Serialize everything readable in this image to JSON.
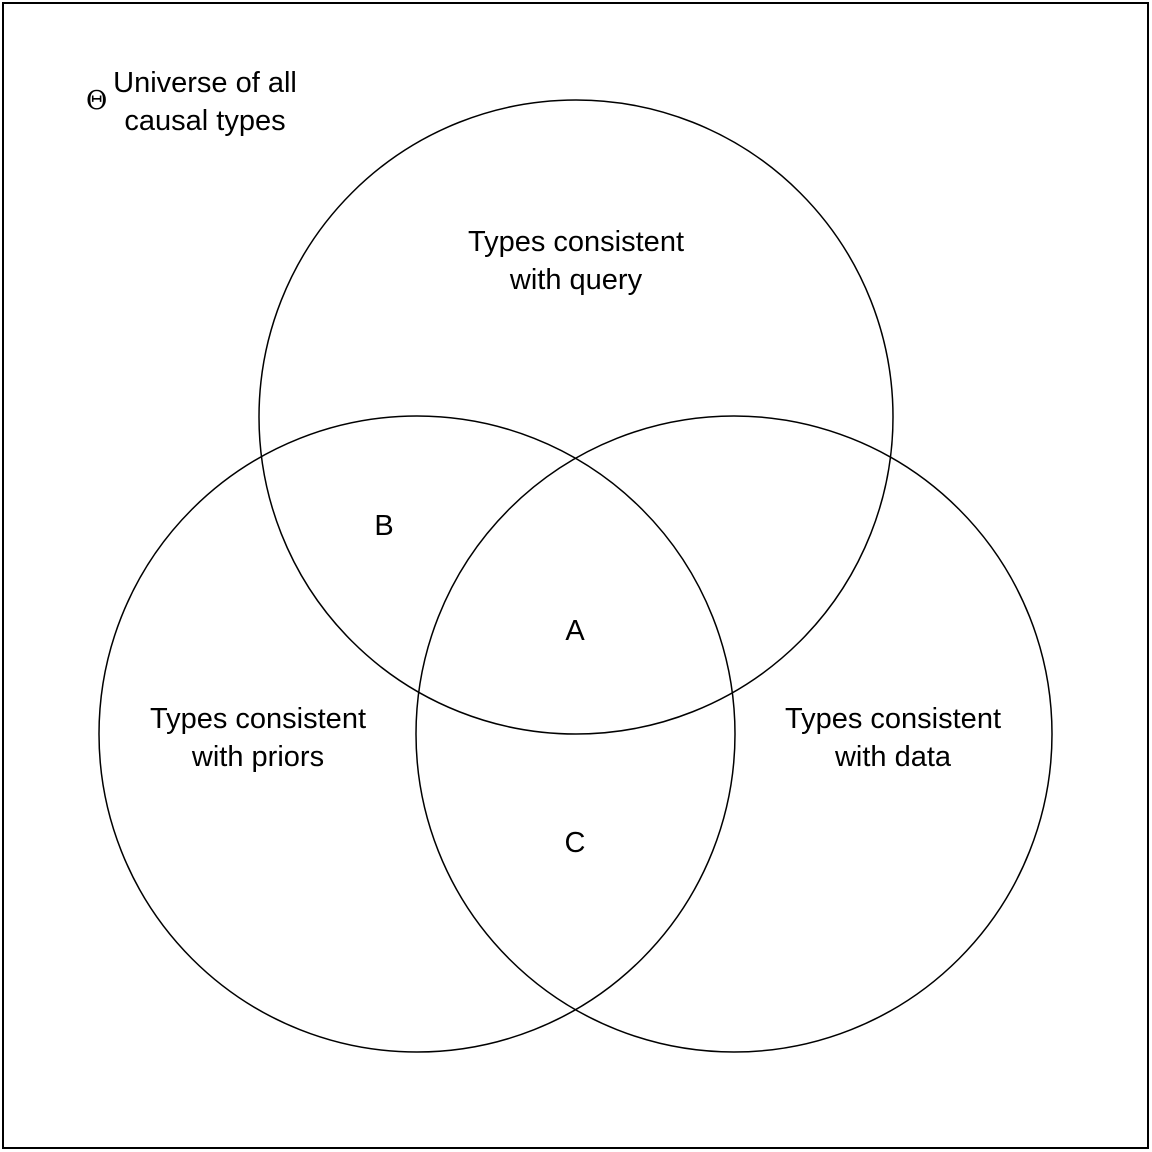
{
  "universe": {
    "symbol": "Θ",
    "label_line1": "Universe of all",
    "label_line2": "causal types"
  },
  "sets": {
    "query": {
      "line1": "Types consistent",
      "line2": "with query"
    },
    "priors": {
      "line1": "Types consistent",
      "line2": "with priors"
    },
    "data": {
      "line1": "Types consistent",
      "line2": "with data"
    }
  },
  "regions": {
    "a": "A",
    "b": "B",
    "c": "C"
  },
  "colors": {
    "stroke": "#000000",
    "background": "#ffffff"
  }
}
